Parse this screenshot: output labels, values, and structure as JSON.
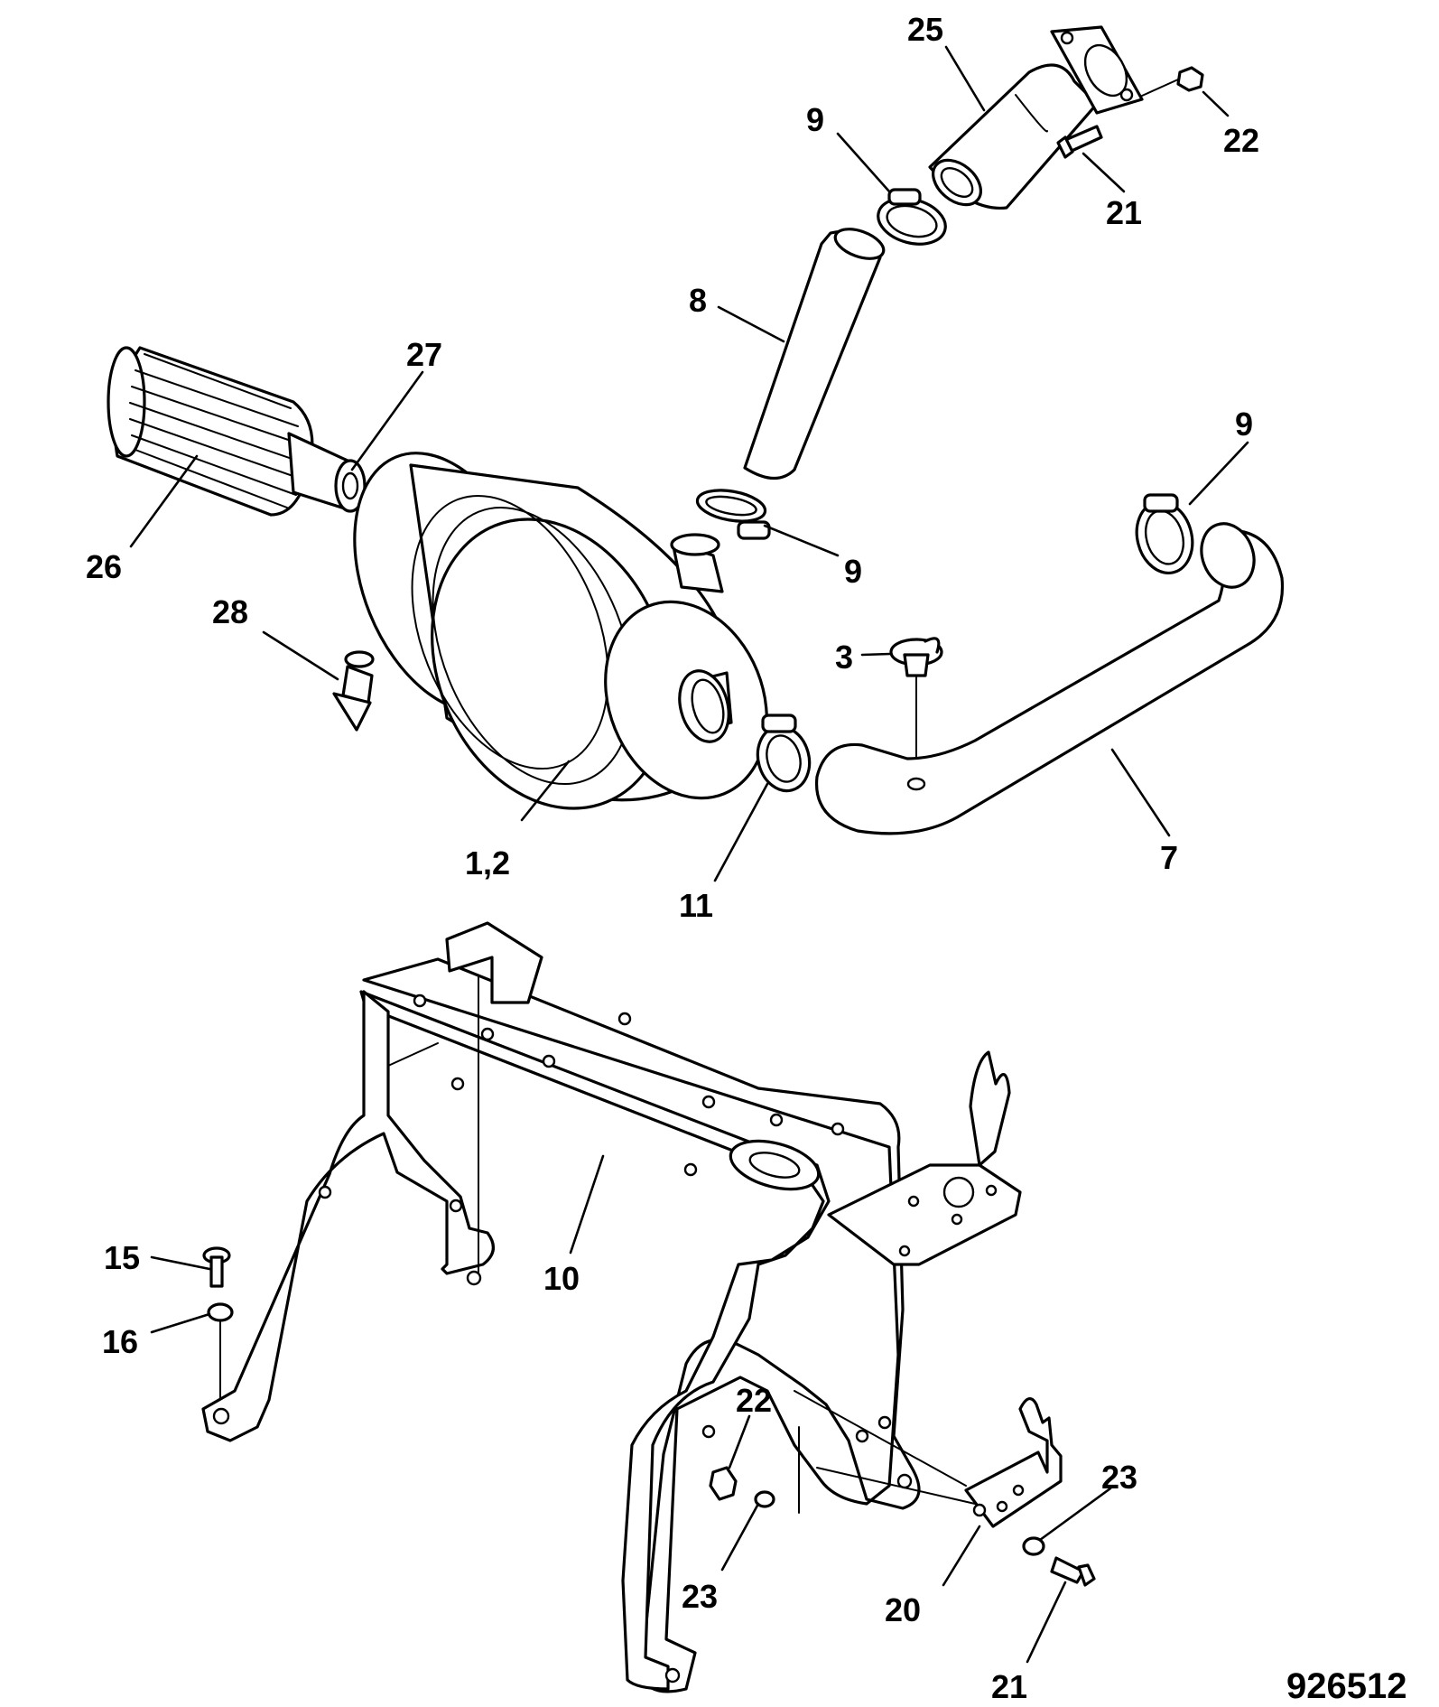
{
  "figure_number": "926512",
  "callouts": [
    {
      "id": "c25",
      "text": "25"
    },
    {
      "id": "c9a",
      "text": "9"
    },
    {
      "id": "c22a",
      "text": "22"
    },
    {
      "id": "c21a",
      "text": "21"
    },
    {
      "id": "c8",
      "text": "8"
    },
    {
      "id": "c27",
      "text": "27"
    },
    {
      "id": "c9b",
      "text": "9"
    },
    {
      "id": "c9c",
      "text": "9"
    },
    {
      "id": "c26",
      "text": "26"
    },
    {
      "id": "c28",
      "text": "28"
    },
    {
      "id": "c3",
      "text": "3"
    },
    {
      "id": "c12",
      "text": "1,2"
    },
    {
      "id": "c11",
      "text": "11"
    },
    {
      "id": "c7",
      "text": "7"
    },
    {
      "id": "c15",
      "text": "15"
    },
    {
      "id": "c10",
      "text": "10"
    },
    {
      "id": "c16",
      "text": "16"
    },
    {
      "id": "c22b",
      "text": "22"
    },
    {
      "id": "c23a",
      "text": "23"
    },
    {
      "id": "c23b",
      "text": "23"
    },
    {
      "id": "c20",
      "text": "20"
    },
    {
      "id": "c21b",
      "text": "21"
    }
  ]
}
